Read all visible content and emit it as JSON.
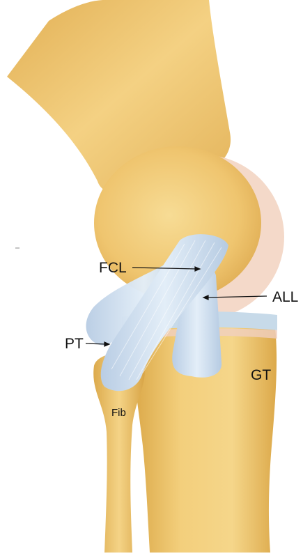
{
  "labels": {
    "fcl": "FCL",
    "all": "ALL",
    "pt": "PT",
    "gt": "GT",
    "fib": "Fib"
  },
  "structures": [
    {
      "name": "femur",
      "color": "#ecc36a"
    },
    {
      "name": "lateral-femoral-condyle",
      "color": "#f1cc7a"
    },
    {
      "name": "meniscus",
      "color": "#c9dbe8"
    },
    {
      "name": "tibia",
      "color": "#edc770"
    },
    {
      "name": "fibula",
      "color": "#edc56c"
    },
    {
      "name": "fibular-collateral-ligament",
      "color": "#cddff0"
    },
    {
      "name": "anterolateral-ligament",
      "color": "#c2d6ec"
    },
    {
      "name": "popliteus-tendon",
      "color": "#cfe0f1"
    },
    {
      "name": "cartilage-shadow",
      "color": "#f2d3c2"
    }
  ]
}
